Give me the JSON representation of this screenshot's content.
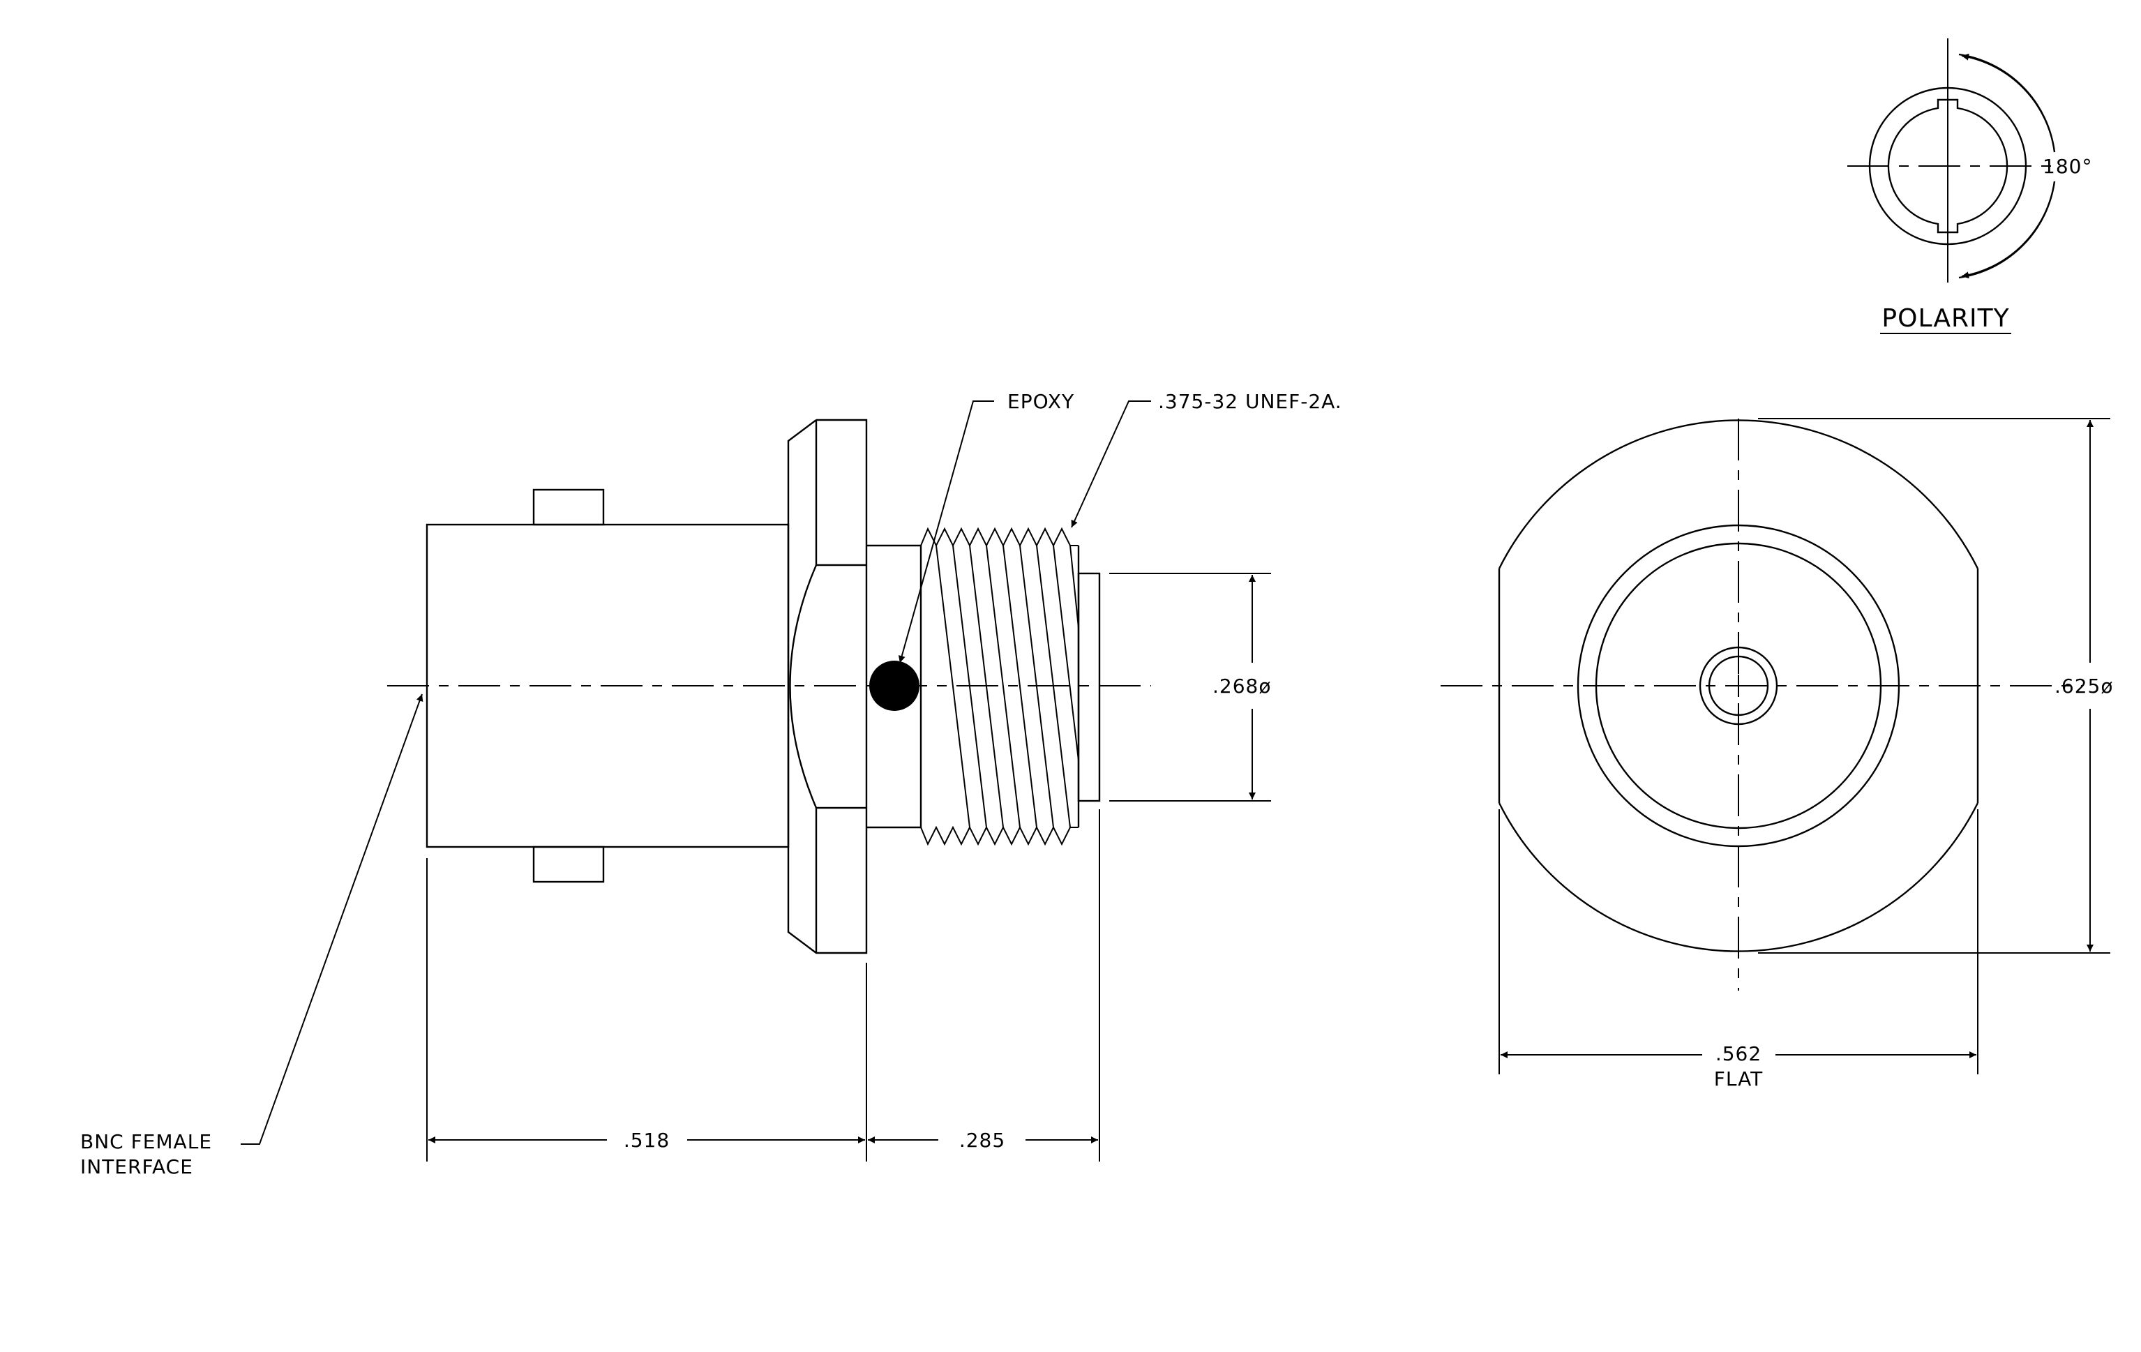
{
  "labels": {
    "epoxy": "EPOXY",
    "thread": ".375-32 UNEF-2A.",
    "dia_small": ".268ø",
    "dia_large": ".625ø",
    "bnc_line1": "BNC FEMALE",
    "bnc_line2": "INTERFACE",
    "dim_518": ".518",
    "dim_285": ".285",
    "flat_value": ".562",
    "flat_word": "FLAT",
    "polarity": "POLARITY",
    "angle": "180°"
  }
}
